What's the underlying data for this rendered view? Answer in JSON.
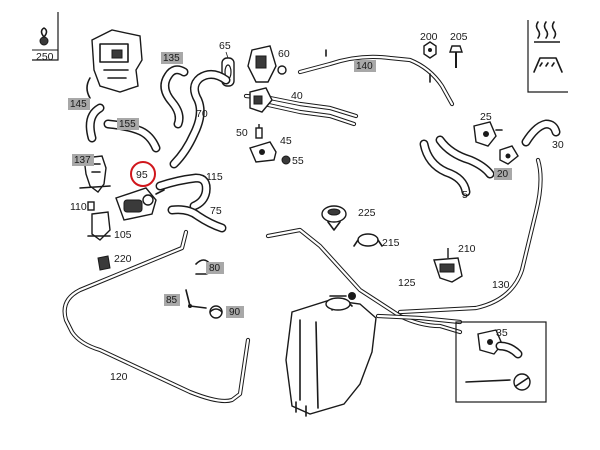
{
  "labels": {
    "p250": "250",
    "p135": "135",
    "p65": "65",
    "p60": "60",
    "p140": "140",
    "p200": "200",
    "p205": "205",
    "p145": "145",
    "p70": "70",
    "p40": "40",
    "p155": "155",
    "p50": "50",
    "p45": "45",
    "p55": "55",
    "p25": "25",
    "p30": "30",
    "p137": "137",
    "p95": "95",
    "p115": "115",
    "p20": "20",
    "p5": "5",
    "p110": "110",
    "p75": "75",
    "p225": "225",
    "p105": "105",
    "p215": "215",
    "p220": "220",
    "p210": "210",
    "p80": "80",
    "p125": "125",
    "p130": "130",
    "p85": "85",
    "p90": "90",
    "p35": "35",
    "p120": "120"
  },
  "highlight": {
    "part": "95",
    "color": "#d0161c"
  },
  "colors": {
    "line": "#1a1a1a",
    "label_box": "#a8a8a8"
  }
}
